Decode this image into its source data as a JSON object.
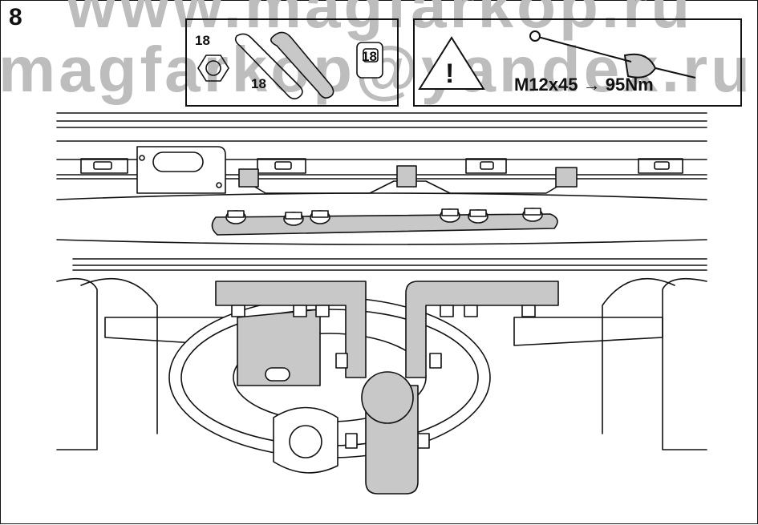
{
  "step_number": "8",
  "watermark": {
    "line1": "www.magfarkop.ru",
    "line2": "magfarkop@yandex.ru"
  },
  "tools_panel": {
    "nut_size": "18",
    "wrench_size": "18",
    "socket_size": "18",
    "icons": [
      "hex-nut-icon",
      "open-end-wrench-icon",
      "ratchet-icon",
      "socket-icon"
    ]
  },
  "warning_panel": {
    "torque_spec": "M12x45 → 95Nm",
    "icons": [
      "warning-triangle-icon",
      "torque-wrench-icon"
    ]
  },
  "colors": {
    "line": "#111111",
    "metal_fill": "#c8c8c8",
    "watermark": "#bdbdbd"
  }
}
